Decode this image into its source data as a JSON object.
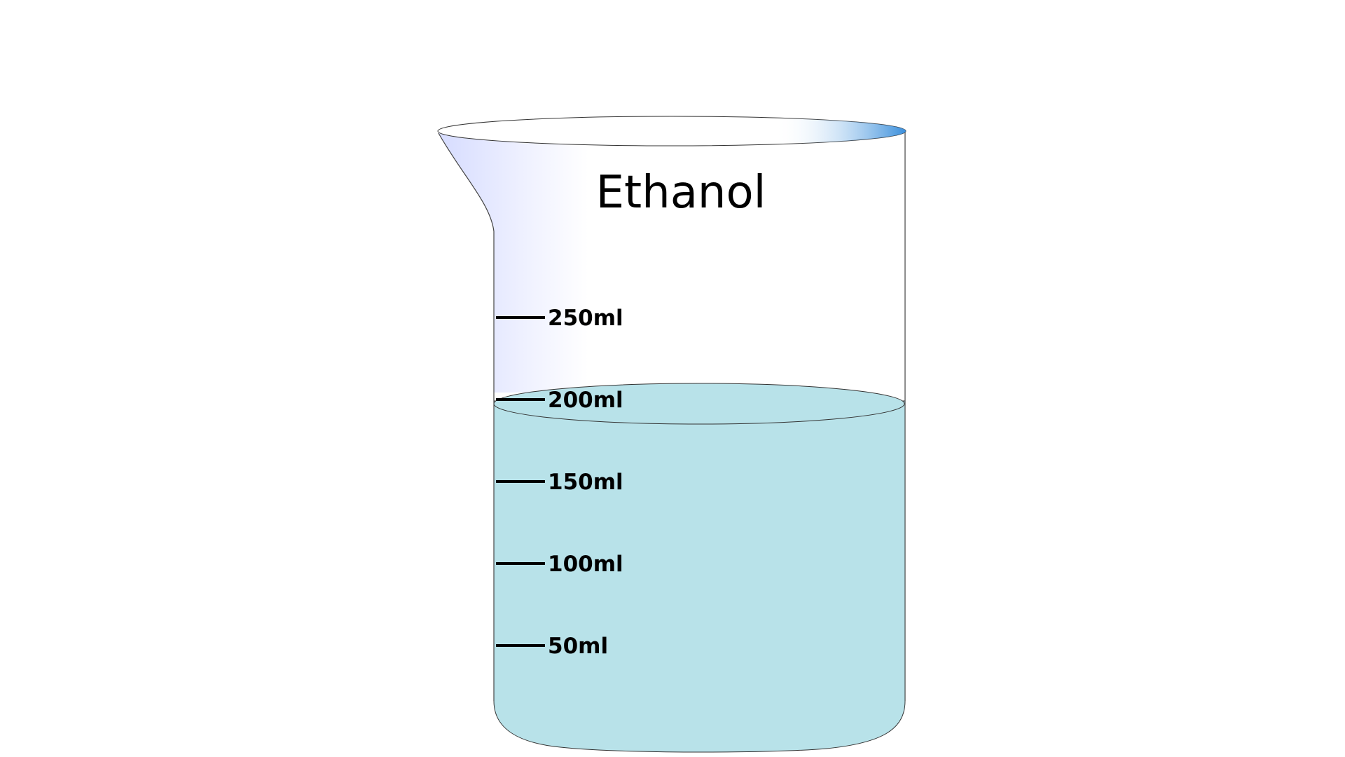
{
  "beaker": {
    "label": "Ethanol",
    "liquid_level_ml": 190,
    "graduations": [
      {
        "text": "250ml",
        "ml": 250
      },
      {
        "text": "200ml",
        "ml": 200
      },
      {
        "text": "150ml",
        "ml": 150
      },
      {
        "text": "100ml",
        "ml": 100
      },
      {
        "text": "50ml",
        "ml": 50
      }
    ]
  },
  "colors": {
    "liquid": "#b8e2e9",
    "glass_outline": "#333333",
    "glass_tint": "#dfe4ff",
    "rim_highlight": "#3a8fdc",
    "tick": "#000000"
  }
}
